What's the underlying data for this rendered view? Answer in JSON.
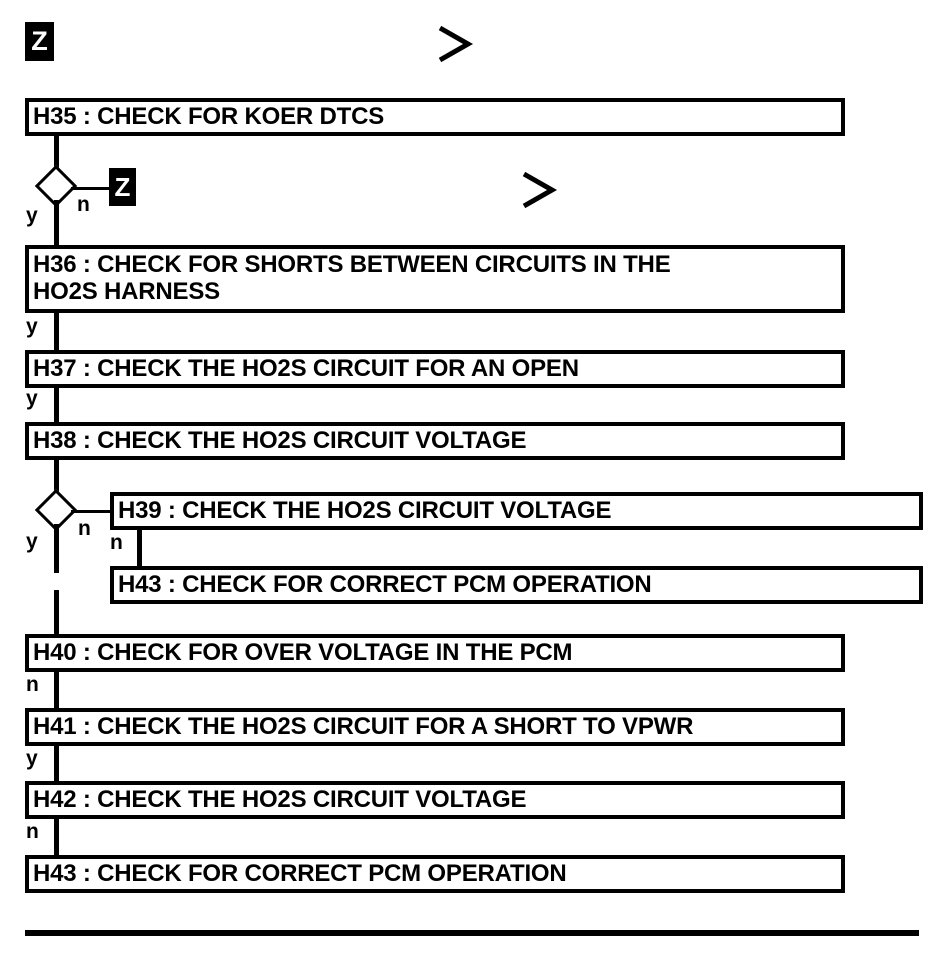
{
  "diagram": {
    "type": "flowchart",
    "title": "HO2S diagnostic pinpoint test flow",
    "accent_color": "#000000",
    "background_color": "#ffffff",
    "boxes": [
      {
        "id": "H35",
        "label": "H35 : CHECK FOR KOER DTCS"
      },
      {
        "id": "H36",
        "label": "H36 : CHECK FOR SHORTS BETWEEN CIRCUITS IN THE\nHO2S HARNESS"
      },
      {
        "id": "H37",
        "label": "H37 : CHECK THE HO2S CIRCUIT FOR AN OPEN"
      },
      {
        "id": "H38",
        "label": "H38 : CHECK THE HO2S CIRCUIT VOLTAGE"
      },
      {
        "id": "H39",
        "label": "H39 : CHECK THE HO2S CIRCUIT VOLTAGE"
      },
      {
        "id": "H43a",
        "label": "H43 : CHECK FOR CORRECT PCM OPERATION"
      },
      {
        "id": "H40",
        "label": "H40 : CHECK FOR OVER VOLTAGE IN THE PCM"
      },
      {
        "id": "H41",
        "label": "H41 : CHECK THE HO2S CIRCUIT FOR A SHORT TO VPWR"
      },
      {
        "id": "H42",
        "label": "H42 : CHECK THE HO2S CIRCUIT VOLTAGE"
      },
      {
        "id": "H43b",
        "label": "H43 : CHECK FOR CORRECT PCM OPERATION"
      }
    ],
    "branch_labels": [
      {
        "id": "b1",
        "text": "y"
      },
      {
        "id": "b2",
        "text": "n"
      },
      {
        "id": "b3",
        "text": "y"
      },
      {
        "id": "b4",
        "text": "y"
      },
      {
        "id": "b5",
        "text": "y"
      },
      {
        "id": "b6",
        "text": "n"
      },
      {
        "id": "b7",
        "text": "n"
      },
      {
        "id": "b8",
        "text": "n"
      },
      {
        "id": "b9",
        "text": "y"
      },
      {
        "id": "b10",
        "text": "n"
      }
    ],
    "terminators": [
      {
        "id": "z-top",
        "text": "Z"
      },
      {
        "id": "z-branch",
        "text": "Z"
      }
    ],
    "markers": [
      {
        "id": "chevron-top",
        "glyph": "chevron-right"
      },
      {
        "id": "chevron-mid",
        "glyph": "chevron-right"
      }
    ]
  }
}
